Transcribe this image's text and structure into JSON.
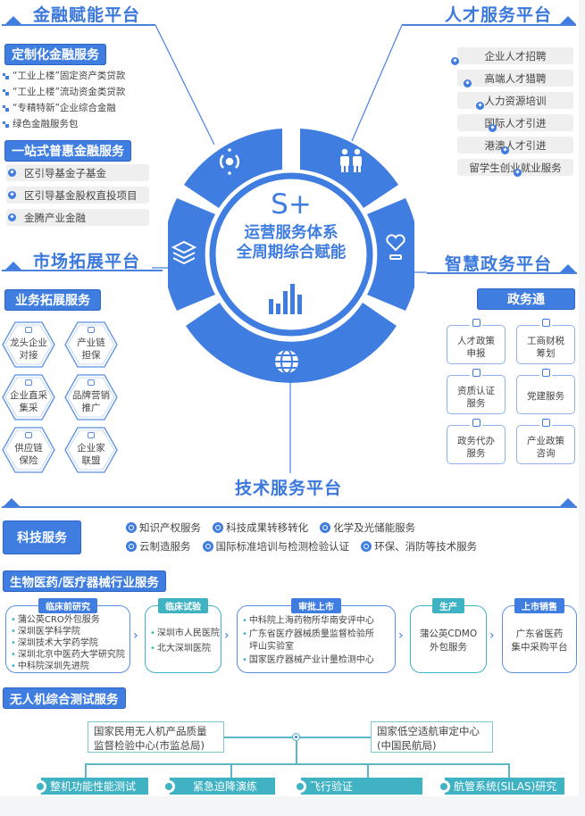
{
  "platforms": {
    "finance": {
      "title": "金融赋能平台",
      "custom_tag": "定制化金融服务",
      "custom_items": [
        "“工业上楼”固定资产类贷款",
        "“工业上楼”流动资金类贷款",
        "“专精特新”企业综合金融",
        "绿色金融服务包"
      ],
      "onestop_tag": "一站式普惠金融服务",
      "onestop_items": [
        "区引导基金子基金",
        "区引导基金股权直投项目",
        "金腾产业金融"
      ]
    },
    "talent": {
      "title": "人才服务平台",
      "items": [
        "企业人才招聘",
        "高端人才猎聘",
        "人力资源培训",
        "国际人才引进",
        "港澳人才引进",
        "留学生创业就业服务"
      ]
    },
    "market": {
      "title": "市场拓展平台",
      "tag": "业务拓展服务",
      "items": [
        {
          "l1": "龙头企业",
          "l2": "对接"
        },
        {
          "l1": "产业链",
          "l2": "担保"
        },
        {
          "l1": "企业直采",
          "l2": "集采"
        },
        {
          "l1": "品牌营销",
          "l2": "推广"
        },
        {
          "l1": "供应链",
          "l2": "保险"
        },
        {
          "l1": "企业家",
          "l2": "联盟"
        }
      ]
    },
    "gov": {
      "title": "智慧政务平台",
      "tag": "政务通",
      "items": [
        {
          "l1": "人才政策",
          "l2": "申报"
        },
        {
          "l1": "工商财税",
          "l2": "筹划"
        },
        {
          "l1": "资质认证",
          "l2": "服务"
        },
        {
          "l1": "党建服务",
          "l2": ""
        },
        {
          "l1": "政务代办",
          "l2": "服务"
        },
        {
          "l1": "产业政策",
          "l2": "咨询"
        }
      ]
    },
    "tech": {
      "title": "技术服务平台"
    }
  },
  "center": {
    "big": "S+",
    "line1": "运营服务体系",
    "line2": "全周期综合赋能",
    "segment_icons": [
      "finance-coin-icon",
      "talent-people-icon",
      "gov-heart-hand-icon",
      "tech-globe-icon",
      "market-layers-icon"
    ]
  },
  "tech_services": {
    "tag": "科技服务",
    "row1": [
      "知识产权服务",
      "科技成果转移转化",
      "化学及光储能服务"
    ],
    "row2": [
      "云制造服务",
      "国际标准培训与检测检验认证",
      "环保、消防等技术服务"
    ]
  },
  "bio": {
    "tag": "生物医药/医疗器械行业服务",
    "stages": [
      {
        "title": "临床前研究",
        "items": [
          "蒲公英CRO外包服务",
          "深圳医学科学院",
          "深圳技术大学药学院",
          "深圳北京中医药大学研究院",
          "中科院深圳先进院"
        ]
      },
      {
        "title": "临床试验",
        "items": [
          "深圳市人民医院",
          "北大深圳医院"
        ]
      },
      {
        "title": "审批上市",
        "items": [
          "中科院上海药物所华南安评中心",
          "广东省医疗器械质量监督检验所",
          "坪山实验室",
          "国家医疗器械产业计量检测中心"
        ]
      },
      {
        "title": "生产",
        "center": [
          "蒲公英CDMO",
          "外包服务"
        ]
      },
      {
        "title": "上市销售",
        "center": [
          "广东省医药",
          "集中采购平台"
        ]
      }
    ],
    "arrow": "›"
  },
  "drone": {
    "tag": "无人机综合测试服务",
    "left_box": [
      "国家民用无人机产品质量",
      "监督检验中心(市监总局)"
    ],
    "right_box": [
      "国家低空适航审定中心",
      "(中国民航局)"
    ],
    "bars": [
      "整机功能性能测试",
      "紧急迫降演练",
      "飞行验证",
      "航管系统(SILAS)研究"
    ]
  },
  "colors": {
    "primary": "#3f7de0",
    "teal": "#3fb2c4",
    "bg": "#f4f5f7"
  }
}
